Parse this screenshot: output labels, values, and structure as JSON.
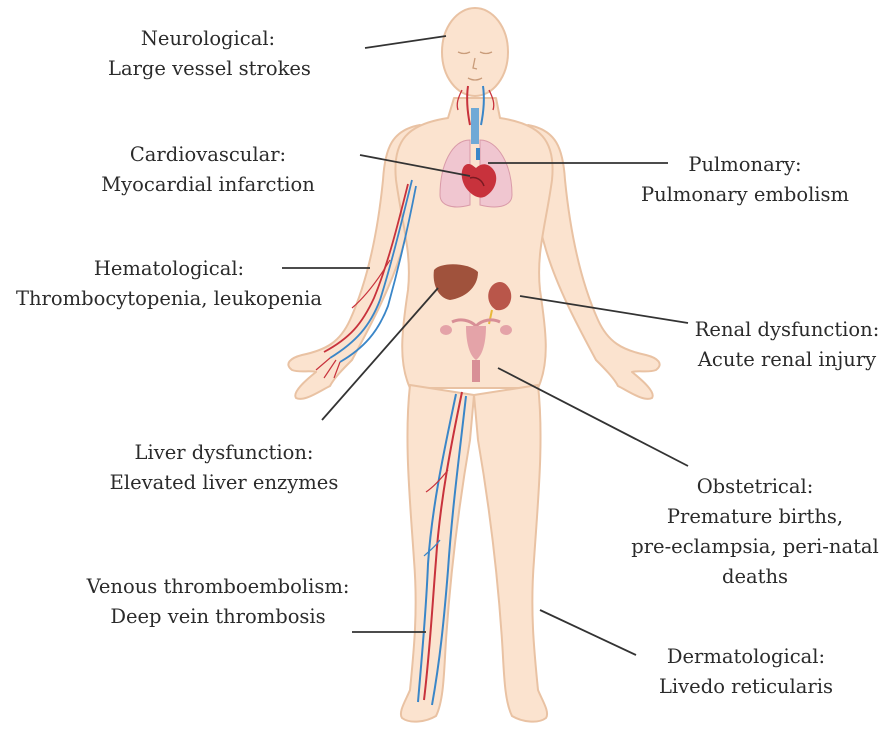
{
  "labels": {
    "neurological": {
      "title": "Neurological:",
      "detail": "Large vessel strokes"
    },
    "cardiovascular": {
      "title": "Cardiovascular:",
      "detail": "Myocardial infarction"
    },
    "pulmonary": {
      "title": "Pulmonary:",
      "detail": "Pulmonary embolism"
    },
    "hematological": {
      "title": "Hematological:",
      "detail": "Thrombocytopenia, leukopenia"
    },
    "renal": {
      "title": "Renal dysfunction:",
      "detail": "Acute renal injury"
    },
    "liver": {
      "title": "Liver dysfunction:",
      "detail": "Elevated liver enzymes"
    },
    "obstetrical": {
      "title": "Obstetrical:",
      "detail": "Premature births,",
      "detail2": "pre-eclampsia, peri-natal",
      "detail3": "deaths"
    },
    "venous": {
      "title": "Venous thromboembolism:",
      "detail": "Deep vein thrombosis"
    },
    "dermatological": {
      "title": "Dermatological:",
      "detail": "Livedo reticularis"
    }
  },
  "colors": {
    "skin": "#fbe3cf",
    "skin_outline": "#e9c2a3",
    "artery": "#c8323c",
    "vein": "#3a86c8",
    "lung": "#f0c6d0",
    "liver": "#a0523c",
    "kidney": "#b9564a",
    "uterus": "#e4a3a8",
    "leader_line": "#333333"
  }
}
